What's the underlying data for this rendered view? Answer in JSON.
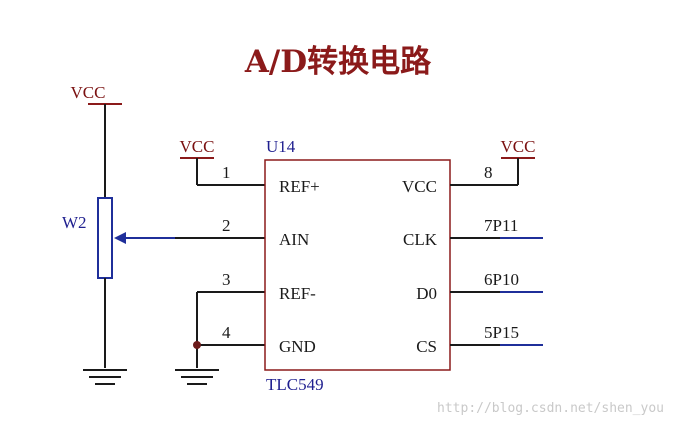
{
  "title": "A/D转换电路",
  "pot": {
    "label": "W2",
    "supply": "VCC"
  },
  "chip": {
    "ref": "U14",
    "part": "TLC549",
    "left_pins": [
      {
        "num": "1",
        "name": "REF+"
      },
      {
        "num": "2",
        "name": "AIN"
      },
      {
        "num": "3",
        "name": "REF-"
      },
      {
        "num": "4",
        "name": "GND"
      }
    ],
    "right_pins": [
      {
        "num": "8",
        "name": "VCC"
      },
      {
        "num": "",
        "name": "CLK"
      },
      {
        "num": "",
        "name": "D0"
      },
      {
        "num": "",
        "name": "CS"
      }
    ]
  },
  "nets": {
    "ref_plus_supply": "VCC",
    "vcc_supply": "VCC",
    "clk": "7P11",
    "d0": "6P10",
    "cs": "5P15"
  },
  "watermark": "http://blog.csdn.net/shen_you",
  "colors": {
    "title": "#8b1a1a",
    "power": "#8b1a1a",
    "wire": "#1a1a1a",
    "signal": "#1f2f9a",
    "ref_text": "#1f1f8f"
  }
}
